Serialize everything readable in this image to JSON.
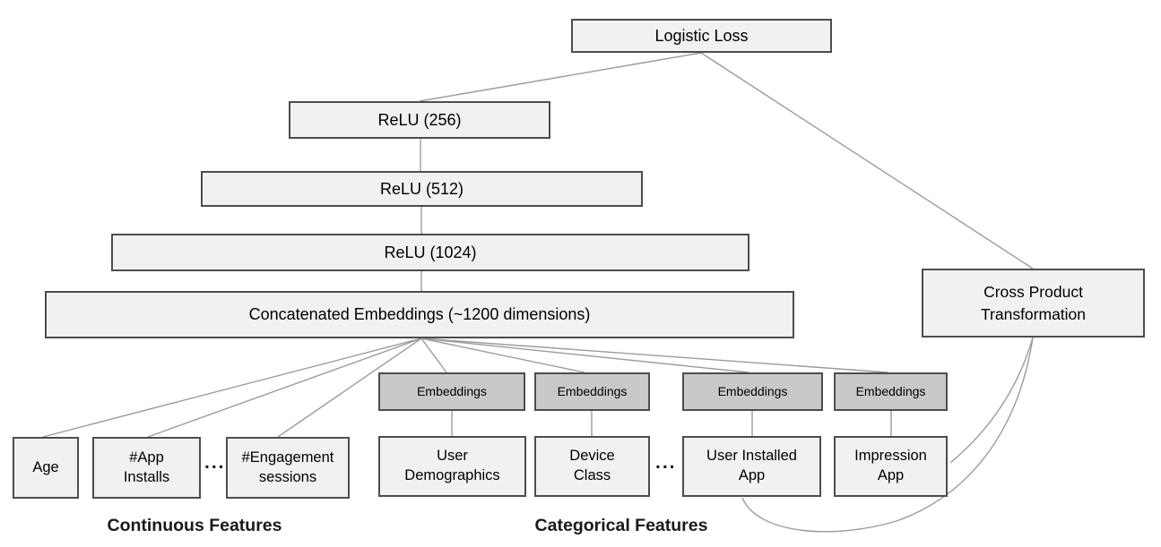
{
  "colors": {
    "node_fill": "#f1f1f1",
    "embedding_fill": "#c9c9c9",
    "node_border": "#4d4d4d",
    "connector_line": "#9b9b9b",
    "text": "#000000"
  },
  "nodes": {
    "logistic_loss": "Logistic Loss",
    "relu_256": "ReLU (256)",
    "relu_512": "ReLU (512)",
    "relu_1024": "ReLU (1024)",
    "concatenated_embeddings": "Concatenated Embeddings (~1200 dimensions)",
    "cross_product": {
      "line1": "Cross Product",
      "line2": "Transformation"
    },
    "embeddings": "Embeddings",
    "age": "Age",
    "app_installs": {
      "line1": "#App",
      "line2": "Installs"
    },
    "engagement_sessions": {
      "line1": "#Engagement",
      "line2": "sessions"
    },
    "user_demographics": {
      "line1": "User",
      "line2": "Demographics"
    },
    "device_class": {
      "line1": "Device",
      "line2": "Class"
    },
    "user_installed_app": {
      "line1": "User Installed",
      "line2": "App"
    },
    "impression_app": {
      "line1": "Impression",
      "line2": "App"
    }
  },
  "labels": {
    "continuous": "Continuous Features",
    "categorical": "Categorical Features",
    "ellipsis": "..."
  }
}
